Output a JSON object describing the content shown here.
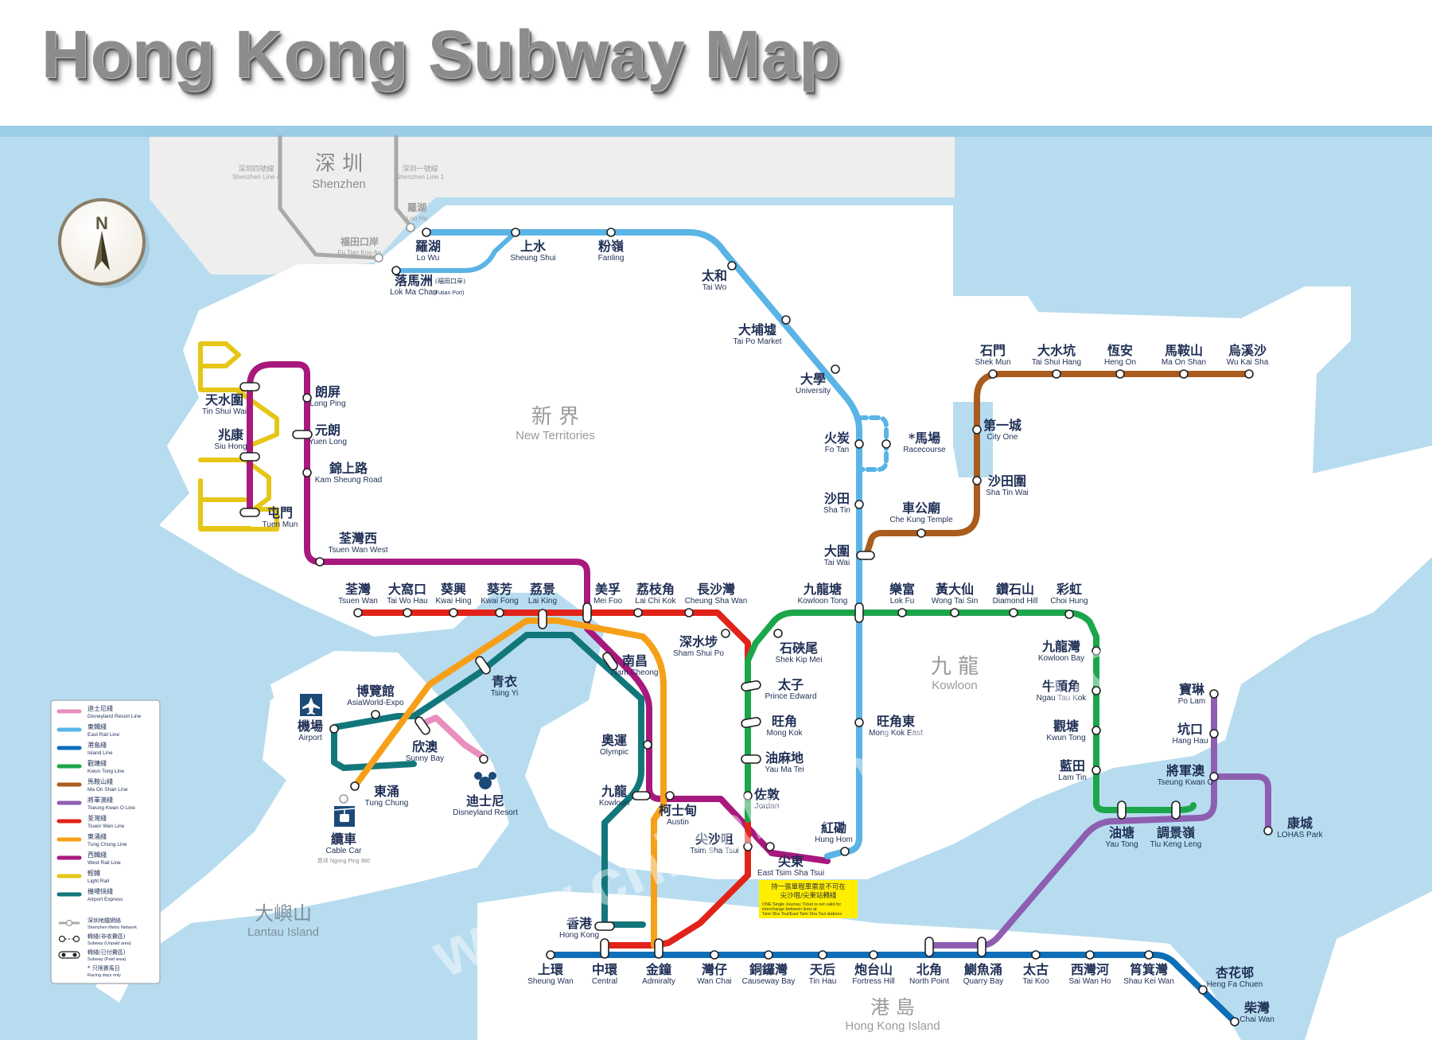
{
  "title": "Hong Kong Subway Map",
  "compass_label": "N",
  "colors": {
    "water": "#b7dcef",
    "land": "#ffffff",
    "shenzhen": "#eeeeee",
    "band": "#9ccde6",
    "disneyland": "#e88fbd",
    "east_rail": "#5ab4e5",
    "island": "#0e6eb8",
    "kwun_tong": "#1ca64b",
    "ma_on_shan": "#a95c1d",
    "tseung_kwan_o": "#8e5fb1",
    "tsuen_wan": "#e2231a",
    "tung_chung": "#f6a01a",
    "west_rail": "#a8197d",
    "light_rail": "#e6c617",
    "airport_express": "#12777a",
    "shenzhen_metro": "#a9a9a9"
  },
  "regions": [
    {
      "cn": "深 圳",
      "en": "Shenzhen"
    },
    {
      "cn": "新 界",
      "en": "New Territories"
    },
    {
      "cn": "九 龍",
      "en": "Kowloon"
    },
    {
      "cn": "大嶼山",
      "en": "Lantau Island"
    },
    {
      "cn": "港 島",
      "en": "Hong Kong Island"
    }
  ],
  "shenzhen_lines": [
    {
      "cn": "深圳四號線",
      "en": "Shenzhen Line 4"
    },
    {
      "cn": "深圳一號線",
      "en": "Shenzhen Line 1"
    }
  ],
  "stations": [
    {
      "cn": "羅湖",
      "en": "Luo Hu"
    },
    {
      "cn": "福田口岸",
      "en": "Fu Tian Kou An"
    },
    {
      "cn": "羅湖",
      "en": "Lo Wu"
    },
    {
      "cn": "落馬洲",
      "en": "Lok Ma Chau",
      "cn_note": "(福田口岸)",
      "en_note": "(Futian Port)"
    },
    {
      "cn": "上水",
      "en": "Sheung Shui"
    },
    {
      "cn": "粉嶺",
      "en": "Fanling"
    },
    {
      "cn": "太和",
      "en": "Tai Wo"
    },
    {
      "cn": "大埔墟",
      "en": "Tai Po Market"
    },
    {
      "cn": "大學",
      "en": "University"
    },
    {
      "cn": "火炭",
      "en": "Fo Tan"
    },
    {
      "cn": "*馬場",
      "en": "Racecourse"
    },
    {
      "cn": "沙田",
      "en": "Sha Tin"
    },
    {
      "cn": "大圍",
      "en": "Tai Wai"
    },
    {
      "cn": "車公廟",
      "en": "Che Kung Temple"
    },
    {
      "cn": "沙田圍",
      "en": "Sha Tin Wai"
    },
    {
      "cn": "第一城",
      "en": "City One"
    },
    {
      "cn": "石門",
      "en": "Shek Mun"
    },
    {
      "cn": "大水坑",
      "en": "Tai Shui Hang"
    },
    {
      "cn": "恆安",
      "en": "Heng On"
    },
    {
      "cn": "馬鞍山",
      "en": "Ma On Shan"
    },
    {
      "cn": "烏溪沙",
      "en": "Wu Kai Sha"
    },
    {
      "cn": "天水圍",
      "en": "Tin Shui Wai"
    },
    {
      "cn": "兆康",
      "en": "Siu Hong"
    },
    {
      "cn": "屯門",
      "en": "Tuen Mun"
    },
    {
      "cn": "朗屏",
      "en": "Long Ping"
    },
    {
      "cn": "元朗",
      "en": "Yuen Long"
    },
    {
      "cn": "錦上路",
      "en": "Kam Sheung Road"
    },
    {
      "cn": "荃灣西",
      "en": "Tsuen Wan West"
    },
    {
      "cn": "荃灣",
      "en": "Tsuen Wan"
    },
    {
      "cn": "大窩口",
      "en": "Tai Wo Hau"
    },
    {
      "cn": "葵興",
      "en": "Kwai Hing"
    },
    {
      "cn": "葵芳",
      "en": "Kwai Fong"
    },
    {
      "cn": "荔景",
      "en": "Lai King"
    },
    {
      "cn": "美孚",
      "en": "Mei Foo"
    },
    {
      "cn": "荔枝角",
      "en": "Lai Chi Kok"
    },
    {
      "cn": "長沙灣",
      "en": "Cheung Sha Wan"
    },
    {
      "cn": "深水埗",
      "en": "Sham Shui Po"
    },
    {
      "cn": "九龍塘",
      "en": "Kowloon Tong"
    },
    {
      "cn": "樂富",
      "en": "Lok Fu"
    },
    {
      "cn": "黃大仙",
      "en": "Wong Tai Sin"
    },
    {
      "cn": "鑽石山",
      "en": "Diamond Hill"
    },
    {
      "cn": "彩虹",
      "en": "Choi Hung"
    },
    {
      "cn": "九龍灣",
      "en": "Kowloon Bay"
    },
    {
      "cn": "牛頭角",
      "en": "Ngau Tau Kok"
    },
    {
      "cn": "觀塘",
      "en": "Kwun Tong"
    },
    {
      "cn": "藍田",
      "en": "Lam Tin"
    },
    {
      "cn": "油塘",
      "en": "Yau Tong"
    },
    {
      "cn": "調景嶺",
      "en": "Tiu Keng Leng"
    },
    {
      "cn": "寶琳",
      "en": "Po Lam"
    },
    {
      "cn": "坑口",
      "en": "Hang Hau"
    },
    {
      "cn": "將軍澳",
      "en": "Tseung Kwan O"
    },
    {
      "cn": "康城",
      "en": "LOHAS Park"
    },
    {
      "cn": "石硤尾",
      "en": "Shek Kip Mei"
    },
    {
      "cn": "太子",
      "en": "Prince Edward"
    },
    {
      "cn": "旺角",
      "en": "Mong Kok"
    },
    {
      "cn": "油麻地",
      "en": "Yau Ma Tei"
    },
    {
      "cn": "佐敦",
      "en": "Jordan"
    },
    {
      "cn": "尖沙咀",
      "en": "Tsim Sha Tsui"
    },
    {
      "cn": "尖東",
      "en": "East Tsim Sha Tsui"
    },
    {
      "cn": "紅磡",
      "en": "Hung Hom"
    },
    {
      "cn": "旺角東",
      "en": "Mong Kok East"
    },
    {
      "cn": "南昌",
      "en": "Nam Cheong"
    },
    {
      "cn": "奧運",
      "en": "Olympic"
    },
    {
      "cn": "九龍",
      "en": "Kowloon"
    },
    {
      "cn": "柯士甸",
      "en": "Austin"
    },
    {
      "cn": "青衣",
      "en": "Tsing Yi"
    },
    {
      "cn": "博覽館",
      "en": "AsiaWorld-Expo"
    },
    {
      "cn": "機場",
      "en": "Airport"
    },
    {
      "cn": "欣澳",
      "en": "Sunny Bay"
    },
    {
      "cn": "迪士尼",
      "en": "Disneyland Resort"
    },
    {
      "cn": "東涌",
      "en": "Tung Chung"
    },
    {
      "cn": "纜車",
      "en": "Cable Car",
      "en_note": "昂坪 Ngong Ping 360"
    },
    {
      "cn": "香港",
      "en": "Hong Kong"
    },
    {
      "cn": "上環",
      "en": "Sheung Wan"
    },
    {
      "cn": "中環",
      "en": "Central"
    },
    {
      "cn": "金鐘",
      "en": "Admiralty"
    },
    {
      "cn": "灣仔",
      "en": "Wan Chai"
    },
    {
      "cn": "銅鑼灣",
      "en": "Causeway Bay"
    },
    {
      "cn": "天后",
      "en": "Tin Hau"
    },
    {
      "cn": "炮台山",
      "en": "Fortress Hill"
    },
    {
      "cn": "北角",
      "en": "North Point"
    },
    {
      "cn": "鰂魚涌",
      "en": "Quarry Bay"
    },
    {
      "cn": "太古",
      "en": "Tai Koo"
    },
    {
      "cn": "西灣河",
      "en": "Sai Wan Ho"
    },
    {
      "cn": "筲箕灣",
      "en": "Shau Kei Wan"
    },
    {
      "cn": "杏花邨",
      "en": "Heng Fa Chuen"
    },
    {
      "cn": "柴灣",
      "en": "Chai Wan"
    }
  ],
  "notice": {
    "cn1": "持一張單程車票並不可在",
    "cn2": "尖沙咀/尖東站轉綫",
    "en1": "ONE Single Journey Ticket is not valid for",
    "en2": "interchange between lines at",
    "en3": "Tsim Sha Tsui/East Tsim Sha Tsui stations"
  },
  "legend": [
    {
      "key": "disneyland",
      "cn": "迪士尼綫",
      "en": "Disneyland Resort Line"
    },
    {
      "key": "east_rail",
      "cn": "東鐵綫",
      "en": "East Rail Line"
    },
    {
      "key": "island",
      "cn": "港島綫",
      "en": "Island Line"
    },
    {
      "key": "kwun_tong",
      "cn": "觀塘綫",
      "en": "Kwun Tong Line"
    },
    {
      "key": "ma_on_shan",
      "cn": "馬鞍山綫",
      "en": "Ma On Shan Line"
    },
    {
      "key": "tseung_kwan_o",
      "cn": "將軍澳綫",
      "en": "Tseung Kwan O Line"
    },
    {
      "key": "tsuen_wan",
      "cn": "荃灣綫",
      "en": "Tsuen Wan Line"
    },
    {
      "key": "tung_chung",
      "cn": "東涌綫",
      "en": "Tung Chung Line"
    },
    {
      "key": "west_rail",
      "cn": "西鐵綫",
      "en": "West Rail Line"
    },
    {
      "key": "light_rail",
      "cn": "輕鐵",
      "en": "Light Rail"
    },
    {
      "key": "airport_express",
      "cn": "機場快綫",
      "en": "Airport Express"
    }
  ],
  "legend_symbols": [
    {
      "cn": "深圳地鐵網絡",
      "en": "Shenzhen Metro Network"
    },
    {
      "cn": "轉綫(非收費區)",
      "en": "Subway (Unpaid area)"
    },
    {
      "cn": "轉綫(已付費區)",
      "en": "Subway (Paid area)"
    },
    {
      "cn": "* 只限賽馬日",
      "en": "Racing days only"
    }
  ],
  "watermark": "www.chinahighlights.com"
}
